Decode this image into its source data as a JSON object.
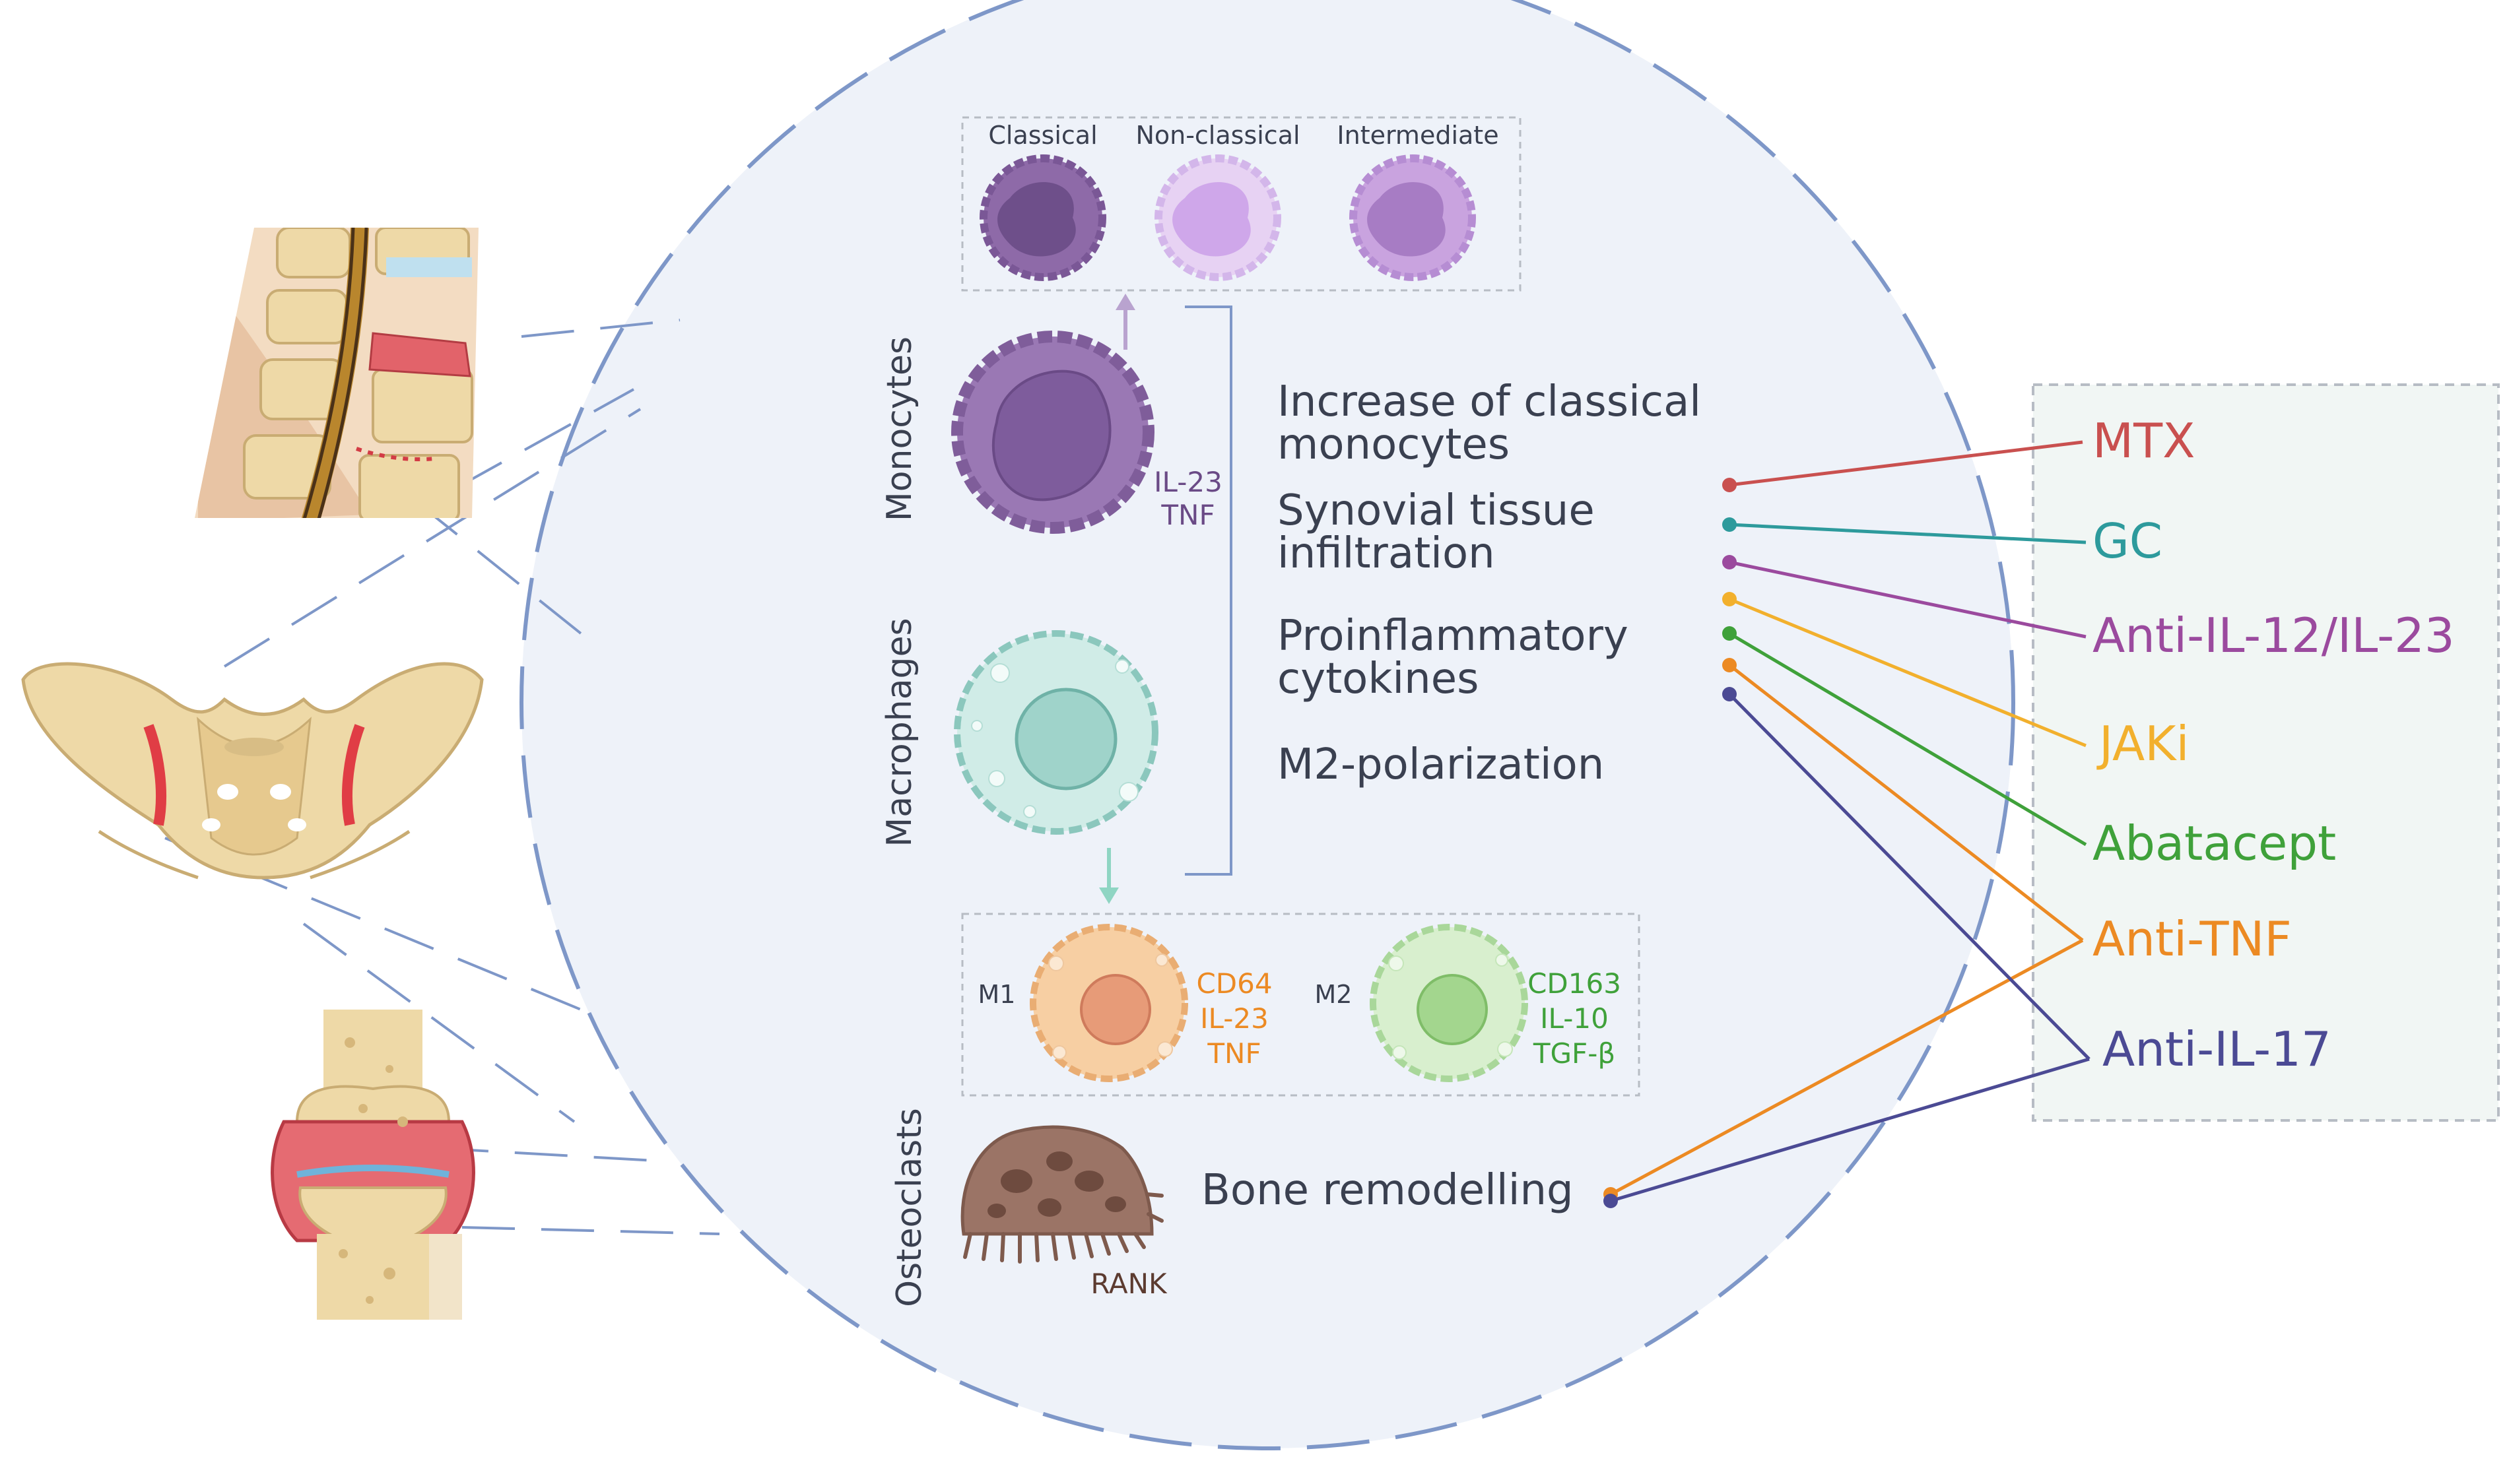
{
  "monocyte_subsets": {
    "classical": "Classical",
    "non_classical": "Non-classical",
    "intermediate": "Intermediate"
  },
  "row_labels": {
    "monocytes": "Monocytes",
    "macrophages": "Macrophages",
    "osteoclasts": "Osteoclasts"
  },
  "monocyte_markers": {
    "line1": "IL-23",
    "line2": "TNF"
  },
  "m1": {
    "label": "M1",
    "markers": [
      "CD64",
      "IL-23",
      "TNF"
    ]
  },
  "m2": {
    "label": "M2",
    "markers": [
      "CD163",
      "IL-10",
      "TGF-β"
    ]
  },
  "osteoclast_marker": "RANK",
  "effects": {
    "classical_line1": "Increase of classical",
    "classical_line2": "monocytes",
    "synovial_line1": "Synovial tissue",
    "synovial_line2": "infiltration",
    "cytokines_line1": "Proinflammatory",
    "cytokines_line2": "cytokines",
    "m2_polarization": "M2-polarization",
    "bone_remodelling": "Bone remodelling"
  },
  "drugs": [
    {
      "label": "MTX",
      "color": "#c9504f"
    },
    {
      "label": "GC",
      "color": "#2d9a9c"
    },
    {
      "label": "Anti-IL-12/IL-23",
      "color": "#9b4a9e"
    },
    {
      "label": "JAKi",
      "color": "#f2b02d"
    },
    {
      "label": "Abatacept",
      "color": "#3fa13a"
    },
    {
      "label": "Anti-TNF",
      "color": "#ec8a23"
    },
    {
      "label": "Anti-IL-17",
      "color": "#4b4a94"
    }
  ],
  "colors": {
    "circle_fill": "#eef2f9",
    "circle_stroke": "#7e97c8",
    "monocyte": "#8e6aa8",
    "macrophage": "#c7e7e2",
    "m1": "#f5c79b",
    "m2": "#cfe9c3",
    "osteoclast": "#9b7466",
    "text_dark": "#3a4050"
  }
}
